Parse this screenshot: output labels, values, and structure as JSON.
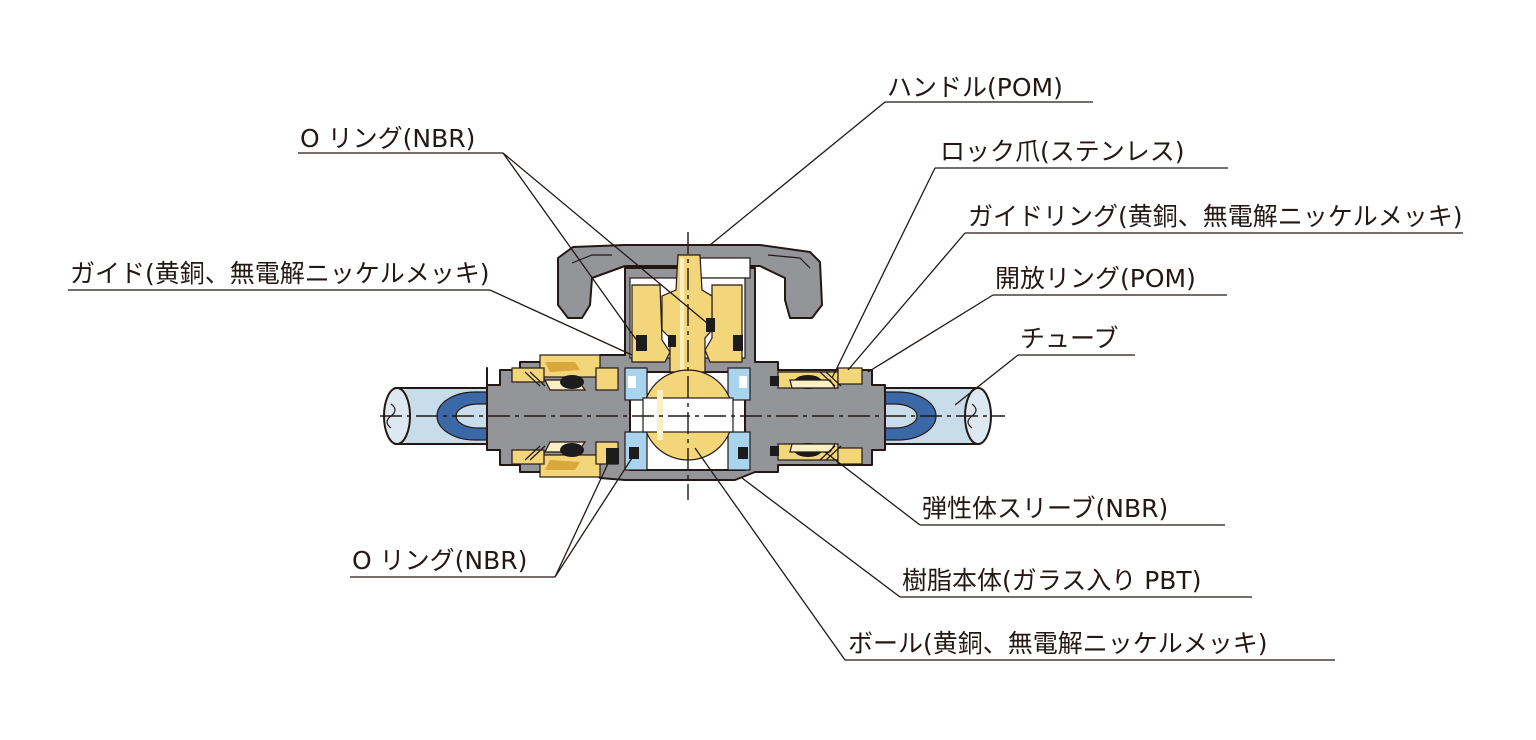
{
  "colors": {
    "body_resin": "#939599",
    "brass": "#f3d67a",
    "brass_dark": "#d8a83a",
    "brass_light": "#fbf0c4",
    "tube": "#c9dcea",
    "tube_inner": "#3b69a8",
    "seal_blue": "#a8d4ee",
    "oring": "#1c1c1c",
    "line": "#231815"
  },
  "labels": {
    "handle": "ハンドル(POM)",
    "oring_top": "O リング(NBR)",
    "lock_claw": "ロック爪(ステンレス)",
    "guide_ring": "ガイドリング(黄銅、無電解ニッケルメッキ)",
    "guide": "ガイド(黄銅、無電解ニッケルメッキ)",
    "release_ring": "開放リング(POM)",
    "tube": "チューブ",
    "elastic_sleeve": "弾性体スリーブ(NBR)",
    "oring_bottom": "O リング(NBR)",
    "resin_body": "樹脂本体(ガラス入り PBT)",
    "ball": "ボール(黄銅、無電解ニッケルメッキ)"
  }
}
